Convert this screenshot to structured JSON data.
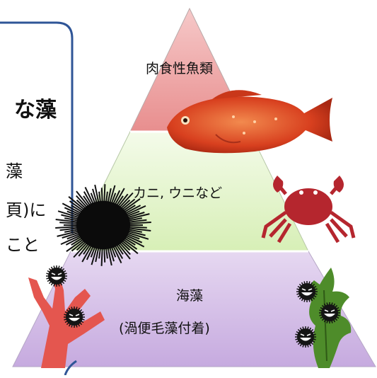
{
  "pyramid": {
    "tiers": [
      {
        "label": "肉食性魚類",
        "color": "#ec9a9a"
      },
      {
        "label": "カニ, ウニなど",
        "color": "#e3f3cc"
      },
      {
        "label": "海藻",
        "sublabel": "(渦便毛藻付着)",
        "color": "#d5bfe6"
      }
    ]
  },
  "callout": {
    "lines": [
      "な藻",
      "藻",
      "頁)に",
      "こと"
    ],
    "border_color": "#2f5597"
  },
  "icons": [
    "fish-icon",
    "crab-icon",
    "sea-urchin-icon",
    "red-seaweed-icon",
    "green-seaweed-icon",
    "dinoflagellate-icon"
  ]
}
